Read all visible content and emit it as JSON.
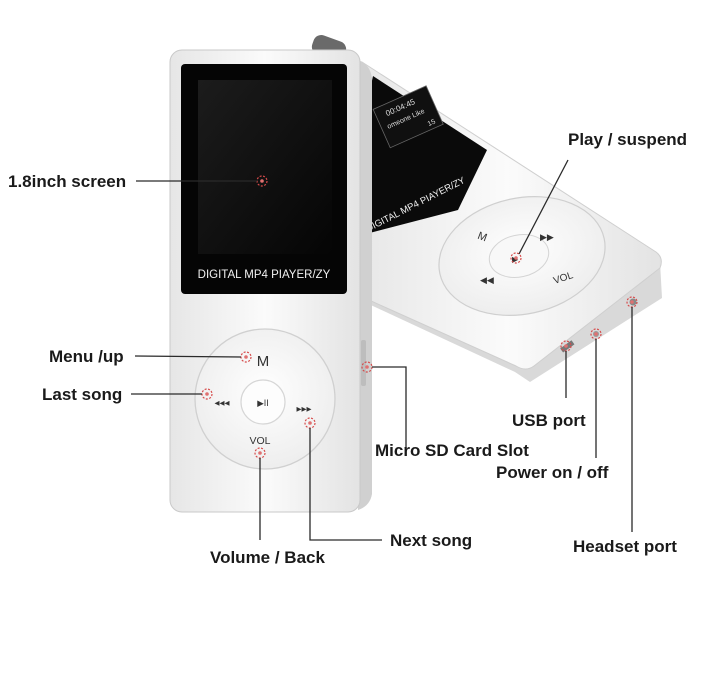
{
  "front_device": {
    "screen_label": "DIGITAL MP4 PIAYER/ZY",
    "menu_letter": "M",
    "vol_text": "VOL",
    "play_glyph": "▶II",
    "prev_glyph": "◀◀◀",
    "next_glyph": "▶▶▶"
  },
  "back_device": {
    "screen_label": "DIGITAL MP4 PIAYER/ZY",
    "screen_time": "00:04:45",
    "screen_song": "omeone Like",
    "screen_track": "15",
    "menu_letter": "M",
    "vol_text": "VOL"
  },
  "callouts": {
    "screen": "1.8inch screen",
    "menu_up": "Menu /up",
    "last_song": "Last song",
    "volume_back": "Volume / Back",
    "next_song": "Next song",
    "micro_sd": "Micro SD Card Slot",
    "play_suspend": "Play / suspend",
    "usb_port": "USB port",
    "power": "Power on / off",
    "headset": "Headset port"
  },
  "colors": {
    "body": "#f4f4f4",
    "screen": "#0d0d0d",
    "highlight": "#d64a4a"
  }
}
